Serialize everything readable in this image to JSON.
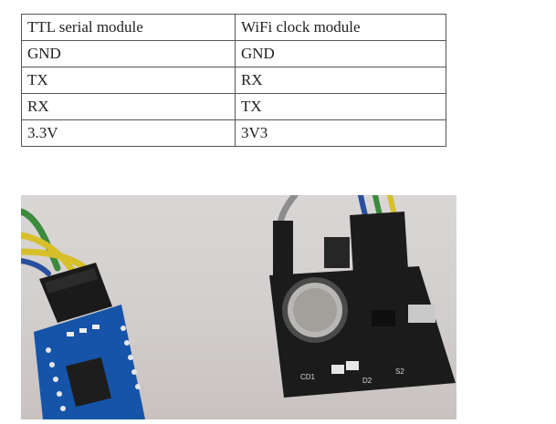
{
  "table": {
    "headers": [
      "TTL serial module",
      "WiFi clock module"
    ],
    "rows": [
      [
        "GND",
        "GND"
      ],
      [
        "TX",
        "RX"
      ],
      [
        "RX",
        "TX"
      ],
      [
        "3.3V",
        "3V3"
      ]
    ]
  },
  "photo": {
    "board_labels": {
      "clock_board": "CD1",
      "led": "D2",
      "button": "S2"
    },
    "colors": {
      "background": "#d4d0cf",
      "ttl_board": "#1554a8",
      "clock_board": "#1b1b1b",
      "wire_green": "#3c8a3c",
      "wire_yellow": "#d7bf2a",
      "wire_blue": "#2a4f9e",
      "wire_gray": "#8d8d8d"
    }
  }
}
